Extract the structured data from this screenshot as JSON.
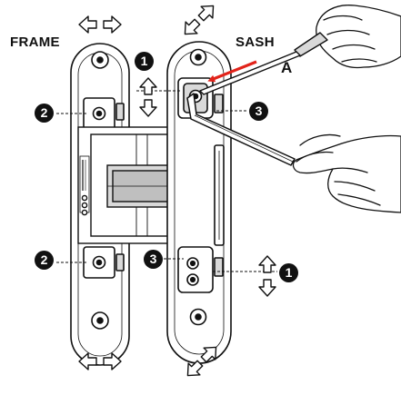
{
  "labels": {
    "frame": "FRAME",
    "sash": "SASH",
    "screwdriver_point": "A"
  },
  "callouts": [
    "1",
    "2",
    "3",
    "2",
    "3",
    "1"
  ],
  "colors": {
    "line": "#111111",
    "arrow": "#e2231a",
    "hinge_fill": "#ffffff",
    "shade": "#d9d9d9",
    "shade_dark": "#bfbfbf"
  },
  "icons": {
    "adjust_up_down": "double-arrow-vertical-icon",
    "adjust_left_right": "double-arrow-horizontal-icon",
    "adjust_depth": "double-arrow-diagonal-icon",
    "tool_screwdriver": "screwdriver-icon",
    "tool_hex_key": "hex-key-icon"
  }
}
